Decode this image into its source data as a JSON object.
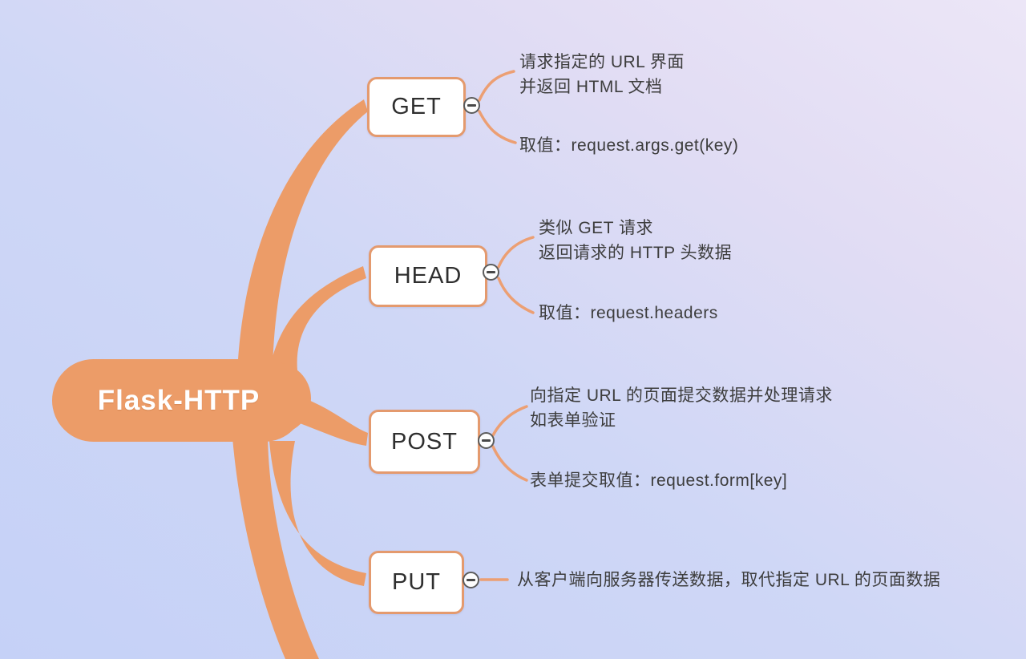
{
  "root": {
    "label": "Flask-HTTP"
  },
  "branches": [
    {
      "label": "GET",
      "collapse_icon": "minus",
      "children": [
        {
          "text": "请求指定的 URL 界面\n并返回 HTML 文档"
        },
        {
          "text": "取值：request.args.get(key)"
        }
      ]
    },
    {
      "label": "HEAD",
      "collapse_icon": "minus",
      "children": [
        {
          "text": "类似 GET 请求\n返回请求的 HTTP 头数据"
        },
        {
          "text": "取值：request.headers"
        }
      ]
    },
    {
      "label": "POST",
      "collapse_icon": "minus",
      "children": [
        {
          "text": "向指定 URL 的页面提交数据并处理请求\n如表单验证"
        },
        {
          "text": "表单提交取值：request.form[key]"
        }
      ]
    },
    {
      "label": "PUT",
      "collapse_icon": "minus",
      "children": [
        {
          "text": "从客户端向服务器传送数据，取代指定 URL 的页面数据"
        }
      ]
    }
  ],
  "colors": {
    "branch_orange": "#ec9c68",
    "node_border": "#e49a6e",
    "node_background": "#ffffff",
    "node_text": "#2f2f2f",
    "child_text": "#3d3d3d",
    "root_background": "#ec9c68",
    "root_text": "#ffffff",
    "background_blue": "#c5d1f7",
    "background_lavender": "#ece6f7",
    "collapse_border": "#5c5c5c"
  }
}
